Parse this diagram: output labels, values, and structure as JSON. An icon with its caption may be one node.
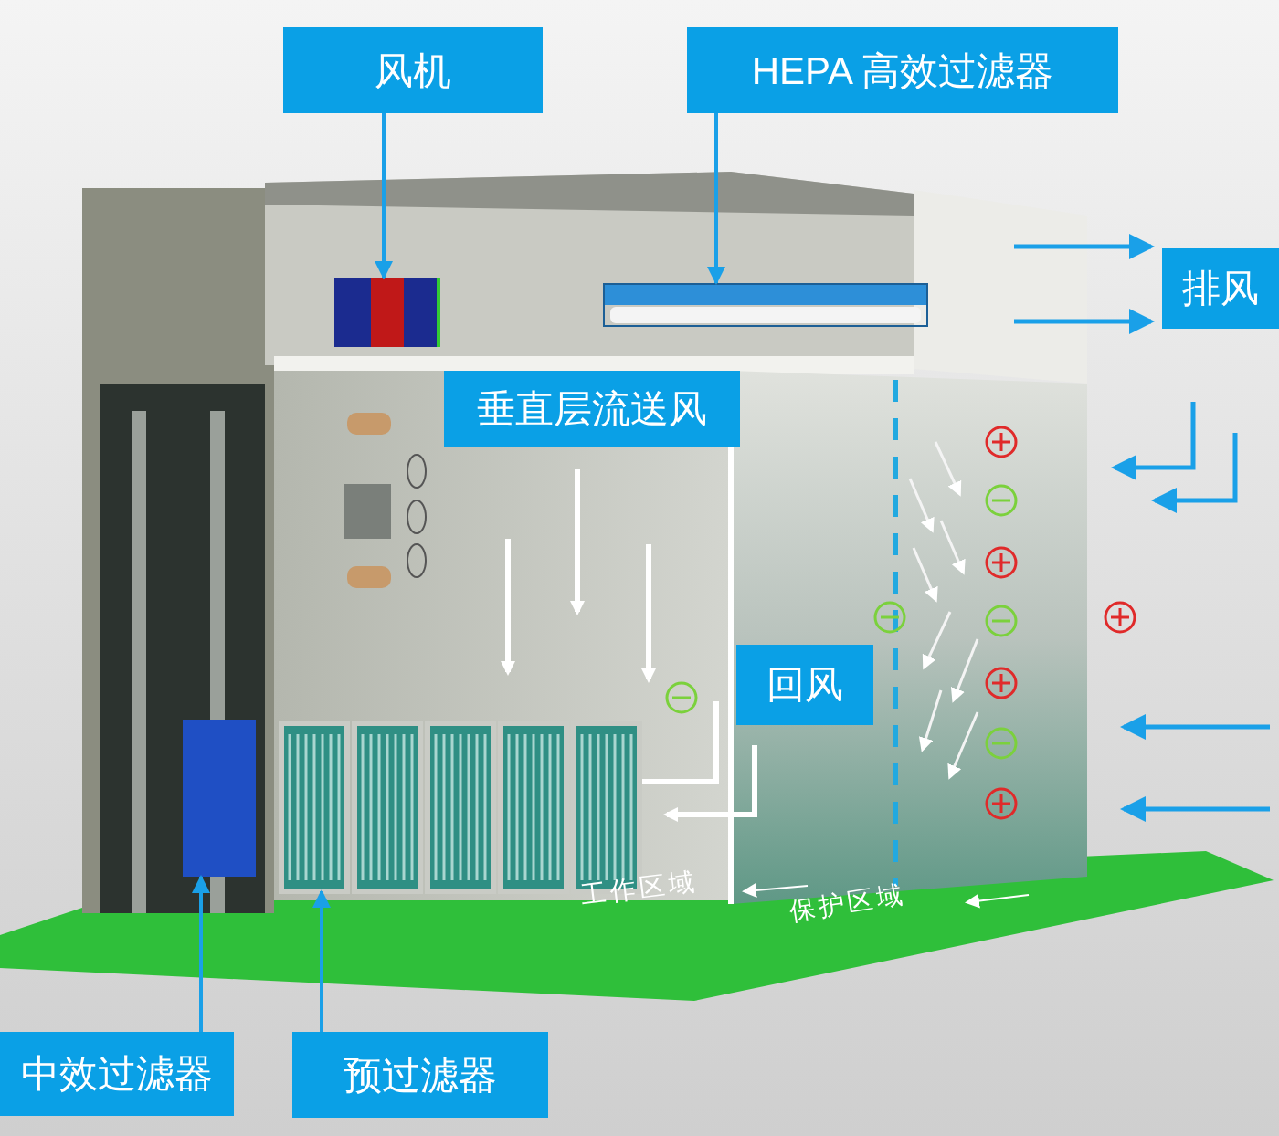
{
  "diagram": {
    "nodes": [
      {
        "text": [
          "风机"
        ]
      },
      {
        "text": [],
        "shape": "picture"
      },
      {
        "text": [
          "HEPA 高效过滤器"
        ]
      },
      {
        "text": [],
        "shape": "box"
      },
      {
        "text": [
          "排风"
        ]
      },
      {
        "text": [
          "垂直层流送风"
        ]
      },
      {
        "text": [
          "回风"
        ]
      },
      {
        "text": [
          "中效过滤器"
        ]
      },
      {
        "text": [],
        "shape": "picture"
      },
      {
        "text": [
          "预过滤器"
        ]
      },
      {
        "text": [],
        "shape": "picture"
      }
    ],
    "edges": [
      {
        "from": 0,
        "to": 1,
        "arrow": "to"
      },
      {
        "from": 2,
        "to": 3,
        "arrow": "to"
      },
      {
        "from": 7,
        "to": 8,
        "arrow": "to"
      },
      {
        "from": 9,
        "to": 10,
        "arrow": "to"
      }
    ],
    "labels": [
      "工作区域",
      "保护区域"
    ]
  }
}
